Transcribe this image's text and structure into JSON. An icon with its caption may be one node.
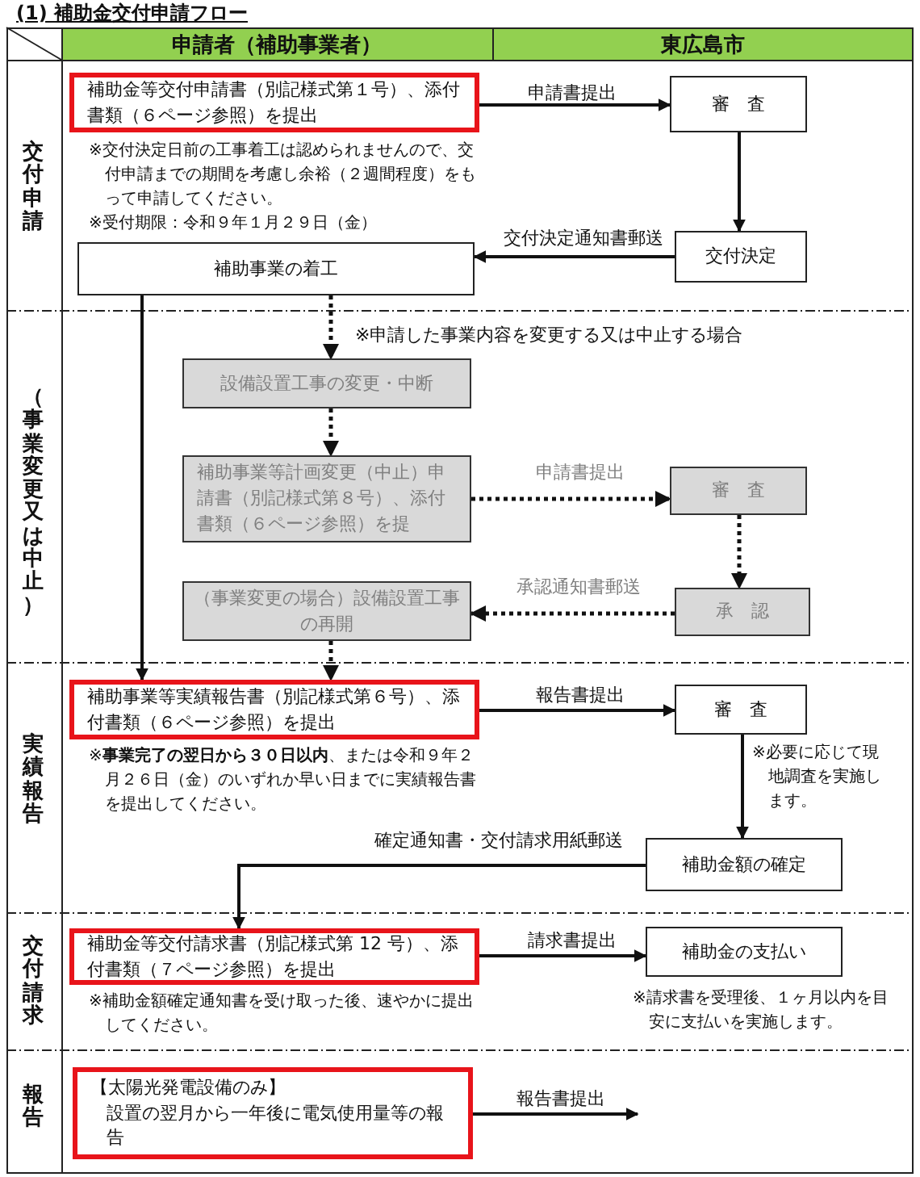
{
  "diagram": {
    "title": "(1) 補助金交付申請フロー",
    "nodes": [
      {
        "text": [
          "補助金等交付申請書（別記様式第１号）、添付書類（６ページ参照）を提出"
        ]
      },
      {
        "text": [
          "審　査"
        ]
      },
      {
        "text": [
          "交付決定"
        ]
      },
      {
        "text": [
          "補助事業の着工"
        ]
      },
      {
        "text": [
          "設備設置工事の変更・中断"
        ]
      },
      {
        "text": [
          "補助事業等計画変更（中止）申請書（別記様式第８号）、添付書類（６ページ参照）を提"
        ]
      },
      {
        "text": [
          "審　査"
        ]
      },
      {
        "text": [
          "承　認"
        ]
      },
      {
        "text": [
          "（事業変更の場合）設備設置工事の再開"
        ]
      },
      {
        "text": [
          "補助事業等実績報告書（別記様式第６号）、添付書類（６ページ参照）を提出"
        ]
      },
      {
        "text": [
          "審　査"
        ]
      },
      {
        "text": [
          "補助金額の確定"
        ]
      },
      {
        "text": [
          "補助金等交付請求書（別記様式第 12 号）、添付書類（７ページ参照）を提出"
        ]
      },
      {
        "text": [
          "補助金の支払い"
        ]
      },
      {
        "text": [
          "【太陽光発電設備のみ】",
          "設置の翌月から一年後に電気使用量等の報告"
        ]
      }
    ],
    "edges": [
      {
        "from": 0,
        "to": 1,
        "arrow": "to",
        "label": "申請書提出"
      },
      {
        "from": 1,
        "to": 2,
        "arrow": "to"
      },
      {
        "from": 2,
        "to": 3,
        "arrow": "to",
        "label": "交付決定通知書郵送"
      },
      {
        "from": 3,
        "to": 9,
        "arrow": "to"
      },
      {
        "from": 3,
        "to": 4,
        "arrow": "to",
        "style": "dashed",
        "label": "※申請した事業内容を変更する又は中止する場合"
      },
      {
        "from": 4,
        "to": 5,
        "arrow": "to",
        "style": "dashed"
      },
      {
        "from": 5,
        "to": 6,
        "arrow": "to",
        "style": "dashed",
        "label": "申請書提出"
      },
      {
        "from": 6,
        "to": 7,
        "arrow": "to",
        "style": "dashed"
      },
      {
        "from": 7,
        "to": 8,
        "arrow": "to",
        "style": "dashed",
        "label": "承認通知書郵送"
      },
      {
        "from": 8,
        "to": 9,
        "arrow": "to",
        "style": "dashed"
      },
      {
        "from": 9,
        "to": 10,
        "arrow": "to",
        "label": "報告書提出"
      },
      {
        "from": 10,
        "to": 11,
        "arrow": "to"
      },
      {
        "from": 11,
        "to": 12,
        "arrow": "to",
        "label": "確定通知書・交付請求用紙郵送"
      },
      {
        "from": 12,
        "to": 13,
        "arrow": "to",
        "label": "請求書提出"
      },
      {
        "from": 14,
        "to": null,
        "arrow": "to",
        "label": "報告書提出"
      }
    ],
    "labels": [
      "申請者（補助事業者）",
      "東広島市",
      "交付申請",
      "※交付決定日前の工事着工は認められませんので、交付申請までの期間を考慮し余裕（２週間程度）をもって申請してください。",
      "※受付期限：令和９年１月２９日（金）",
      "（事業変更又は中止）",
      "実績報告",
      "※**事業完了の翌日から３０日以内**、または令和９年２月２６日（金）のいずれか早い日までに実績報告書を提出してください。",
      "※必要に応じて現地調査を実施します。",
      "交付請求",
      "※補助金額確定通知書を受け取った後、速やかに提出してください。",
      "※請求書を受理後、１ヶ月以内を目安に支払いを実施します。",
      "報告"
    ]
  }
}
